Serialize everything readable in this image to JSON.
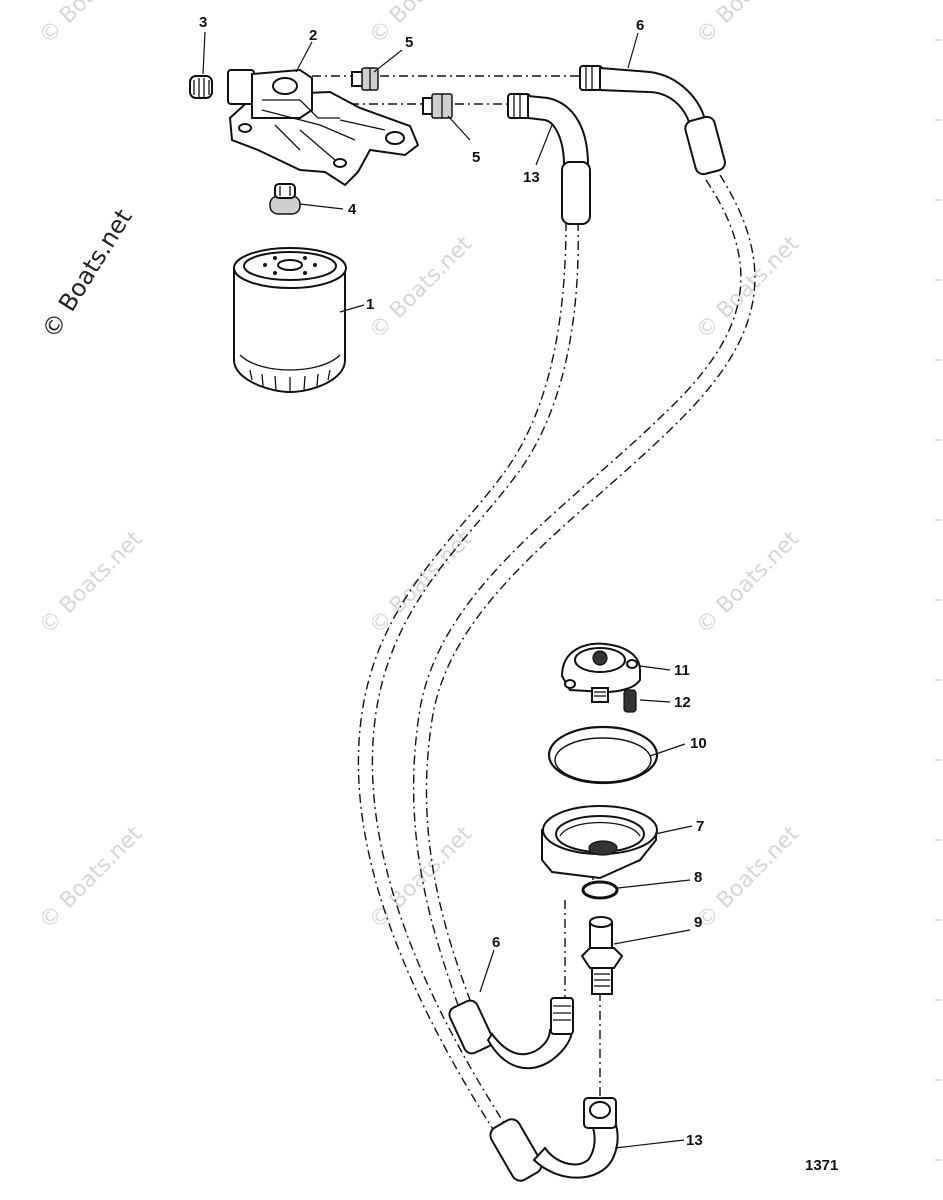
{
  "watermark": {
    "text": "© Boats.net",
    "primary_text": "© Boats.net"
  },
  "figure_number": "1371",
  "callouts": [
    {
      "id": "c1",
      "label": "1"
    },
    {
      "id": "c2",
      "label": "2"
    },
    {
      "id": "c3",
      "label": "3"
    },
    {
      "id": "c4",
      "label": "4"
    },
    {
      "id": "c5a",
      "label": "5"
    },
    {
      "id": "c5b",
      "label": "5"
    },
    {
      "id": "c6a",
      "label": "6"
    },
    {
      "id": "c6b",
      "label": "6"
    },
    {
      "id": "c7",
      "label": "7"
    },
    {
      "id": "c8",
      "label": "8"
    },
    {
      "id": "c9",
      "label": "9"
    },
    {
      "id": "c10",
      "label": "10"
    },
    {
      "id": "c11",
      "label": "11"
    },
    {
      "id": "c12",
      "label": "12"
    },
    {
      "id": "c13a",
      "label": "13"
    },
    {
      "id": "c13b",
      "label": "13"
    }
  ]
}
